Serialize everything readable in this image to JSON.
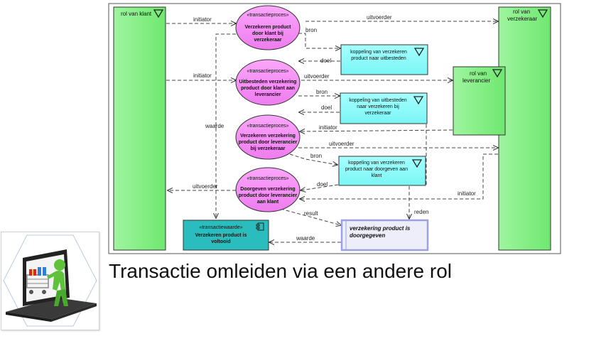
{
  "title": "Transactie omleiden via een andere rol",
  "roles": {
    "klant": "rol van klant",
    "verzekeraar_1": "rol van",
    "verzekeraar_2": "verzekeraar",
    "leverancier_1": "rol van",
    "leverancier_2": "leverancier"
  },
  "processes": {
    "stereotype": "«transactieproces»",
    "p1": [
      "Verzekeren product",
      "door klant bij",
      "verzekeraar"
    ],
    "p2": [
      "Uitbesteden verzekering",
      "product door klant aan",
      "leverancier"
    ],
    "p3": [
      "Verzekeren verzekering",
      "product door leverancier",
      "bij verzekeraar"
    ],
    "p4": [
      "Doorgeven verzekering",
      "product door leverancier",
      "aan klant"
    ]
  },
  "couplings": {
    "c1": [
      "koppeling van verzekeren",
      "product naar uitbesteden"
    ],
    "c2": [
      "koppeling van uitbesteden",
      "naar verzekeren bij",
      "verzekeraar"
    ],
    "c3": [
      "koppeling van verzekeren",
      "product naar doorgeven aan",
      "klant"
    ]
  },
  "value": {
    "stereotype": "«transactiewaarde»",
    "lines": [
      "Verzekeren product is",
      "voltooid"
    ]
  },
  "result": [
    "verzekering product is",
    "doorgegeven"
  ],
  "labels": {
    "initiator": "initiator",
    "uitvoerder": "uitvoerder",
    "bron": "bron",
    "doel": "doel",
    "waarde": "waarde",
    "result": "result",
    "reden": "reden"
  },
  "colors": {
    "role_fill": "#7fef7f",
    "process_fill": "#f58ff5",
    "coupling_fill": "#8ffcfc",
    "value_fill": "#2bbdbd",
    "result_fill": "#eeeefb",
    "line": "#444444"
  },
  "icons": [
    "triangle-down-icon",
    "component-icon",
    "laptop-shopping-cart-illustration"
  ]
}
